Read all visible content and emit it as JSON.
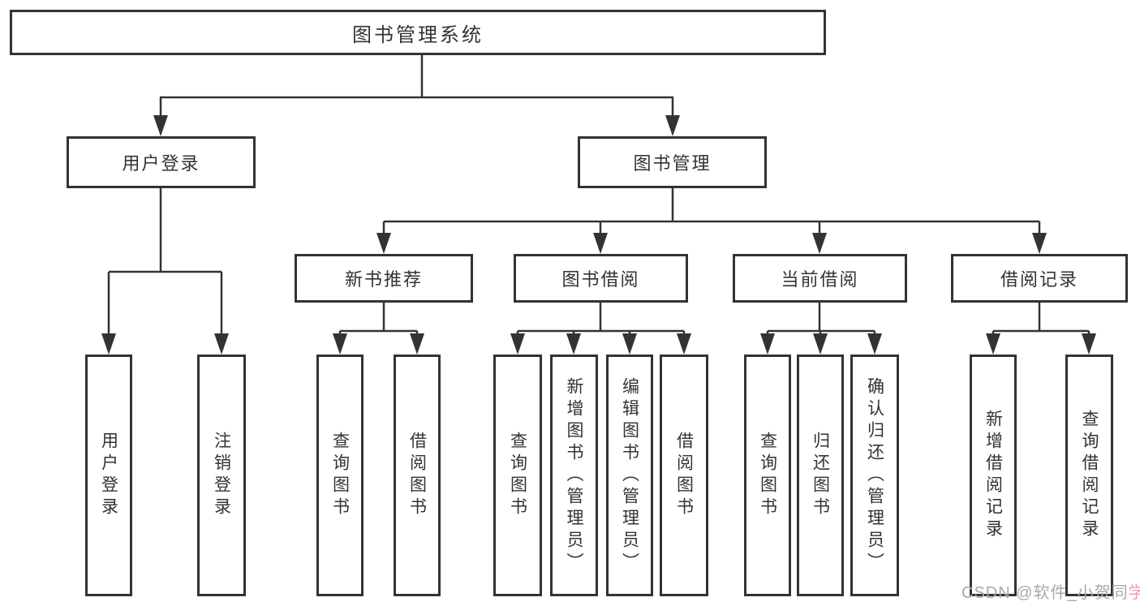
{
  "diagram": {
    "root": {
      "label": "图书管理系统"
    },
    "level2": {
      "user_login": {
        "label": "用户登录",
        "children": [
          {
            "label": "用户登录"
          },
          {
            "label": "注销登录"
          }
        ]
      },
      "book_management": {
        "label": "图书管理"
      }
    },
    "level3": [
      {
        "label": "新书推荐",
        "children": [
          {
            "label": "查询图书"
          },
          {
            "label": "借阅图书"
          }
        ]
      },
      {
        "label": "图书借阅",
        "children": [
          {
            "label": "查询图书"
          },
          {
            "label": "新增图书（管理员）"
          },
          {
            "label": "编辑图书（管理员）"
          },
          {
            "label": "借阅图书"
          }
        ]
      },
      {
        "label": "当前借阅",
        "children": [
          {
            "label": "查询图书"
          },
          {
            "label": "归还图书"
          },
          {
            "label": "确认归还（管理员）"
          }
        ]
      },
      {
        "label": "借阅记录",
        "children": [
          {
            "label": "新增借阅记录"
          },
          {
            "label": "查询借阅记录"
          }
        ]
      }
    ]
  },
  "watermark": {
    "prefix": "CSDN @软件_小贺同",
    "suffix": "学"
  },
  "colors": {
    "line": "#333333",
    "text": "#333333",
    "watermark_gray": "#a9a9a9",
    "watermark_pink": "#ea9daf",
    "background": "#ffffff"
  }
}
